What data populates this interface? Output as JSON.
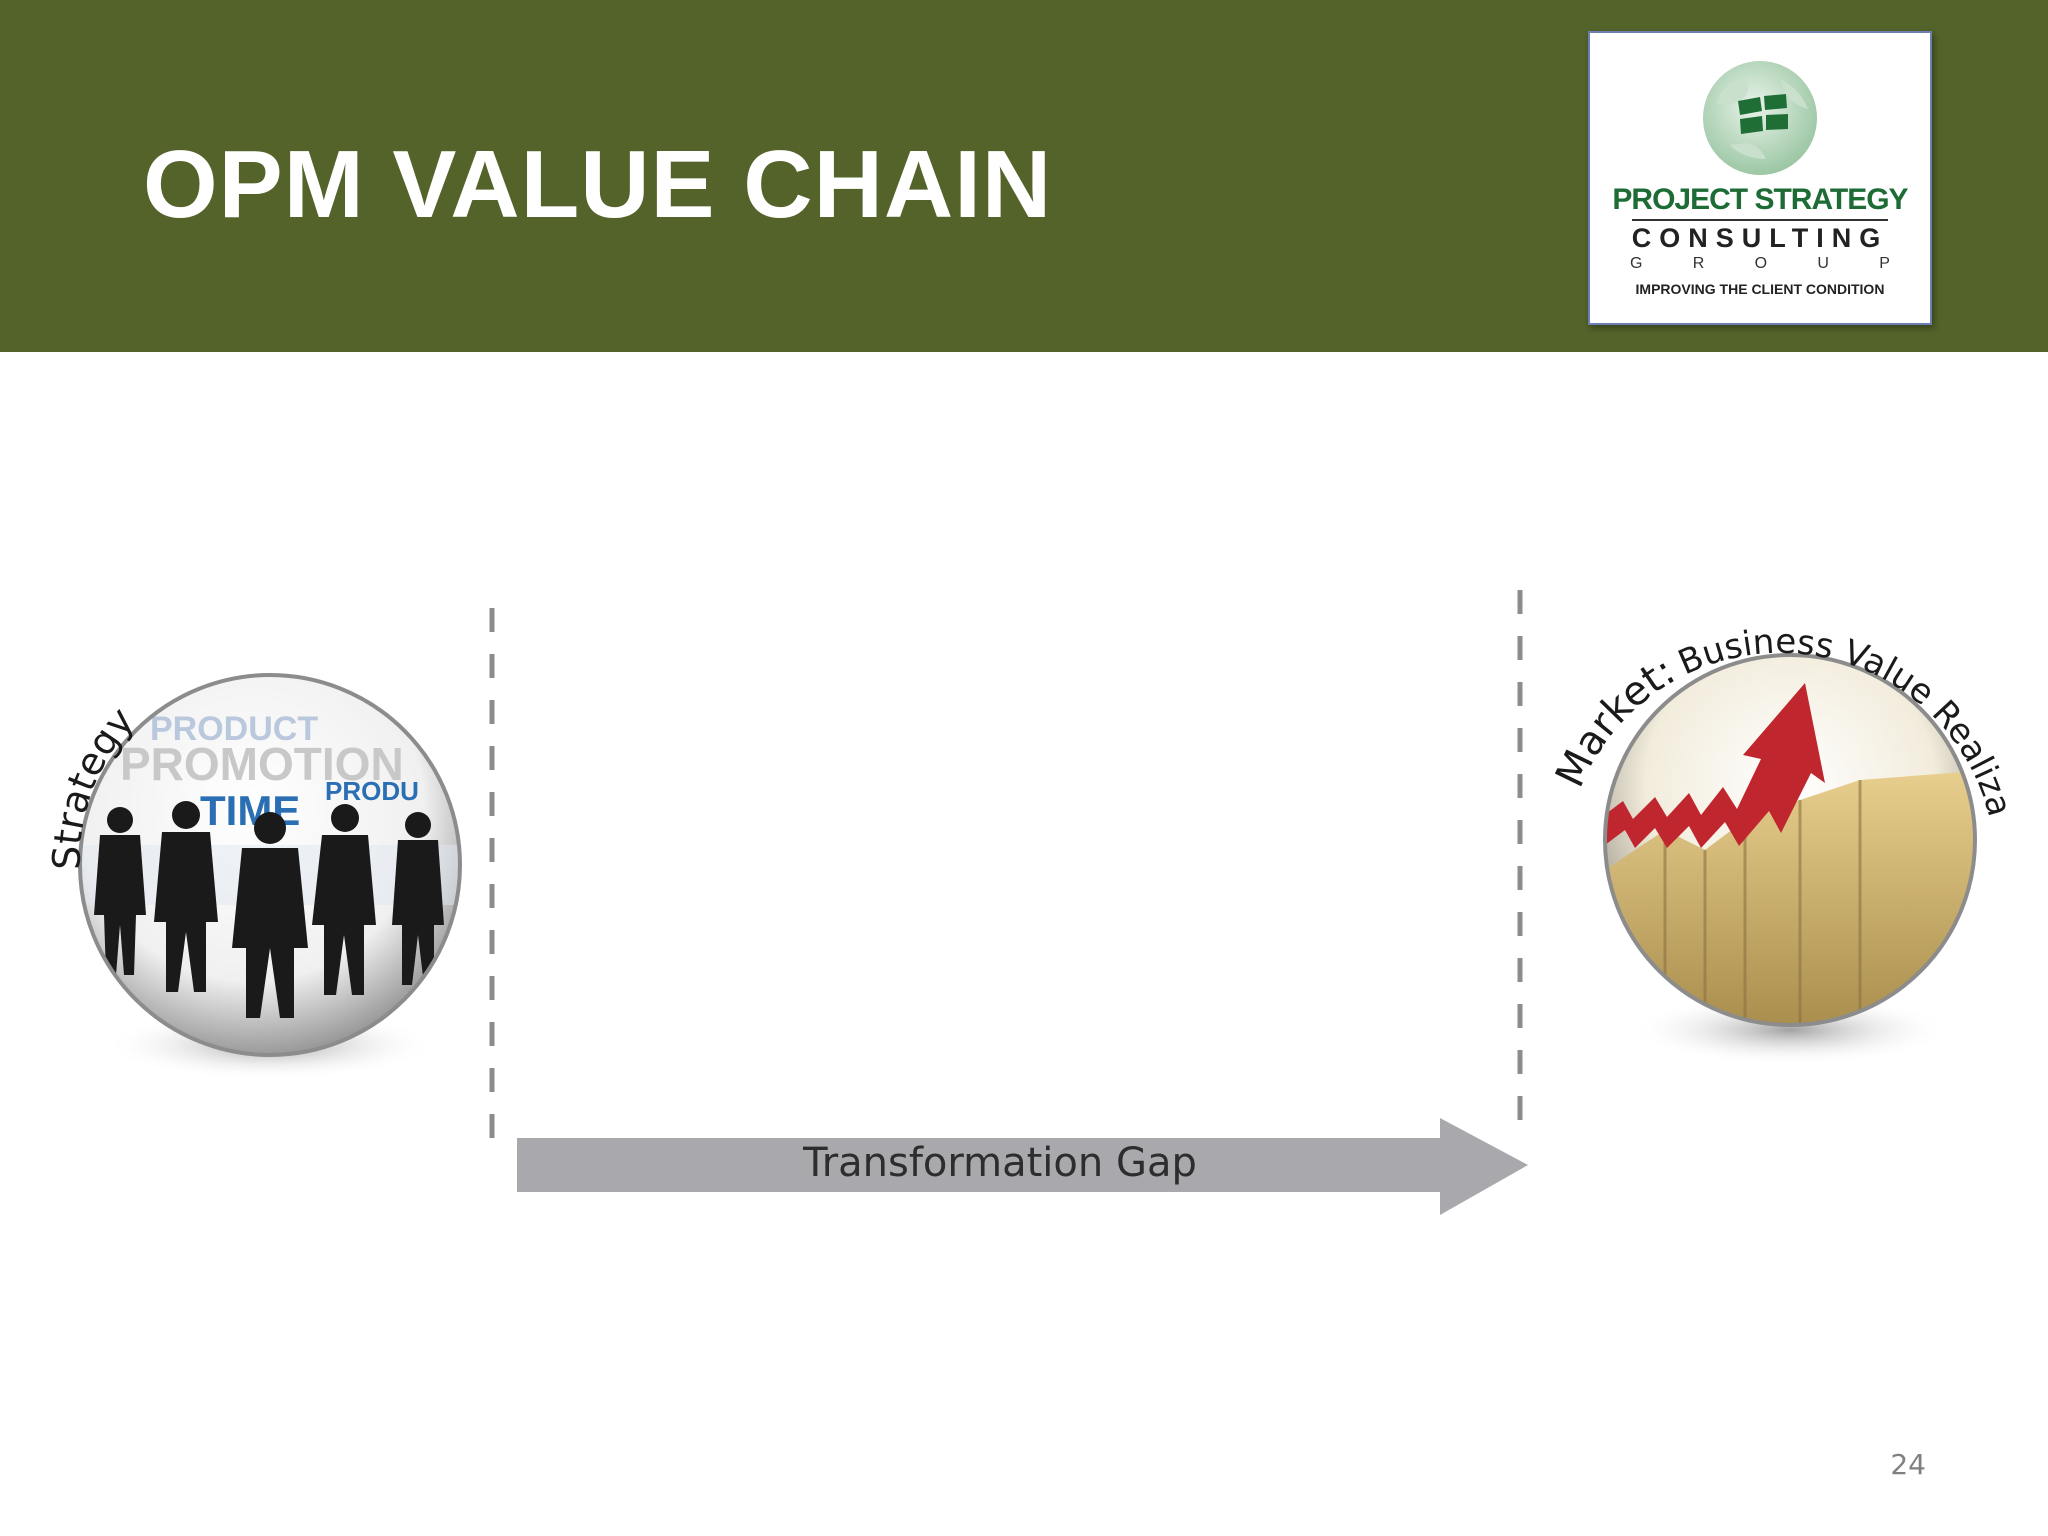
{
  "slide": {
    "title": "OPM VALUE CHAIN",
    "page_number": "24"
  },
  "logo": {
    "line1": "PROJECT STRATEGY",
    "line2": "CONSULTING",
    "line3": [
      "G",
      "R",
      "O",
      "U",
      "P"
    ],
    "tagline": "IMPROVING THE CLIENT CONDITION"
  },
  "diagram": {
    "left_label": "Strategy",
    "left_sphere_words": [
      "PRODUCT",
      "PROMOTION",
      "TIME",
      "PRODU"
    ],
    "right_label_prefix": "Market:",
    "right_label_rest": "Business Value Realization",
    "arrow_label": "Transformation Gap"
  },
  "colors": {
    "header_bg": "#536329",
    "arrow_fill": "#a9a8ad",
    "divider": "#8c8c8c",
    "red_arrow": "#c0262d"
  }
}
